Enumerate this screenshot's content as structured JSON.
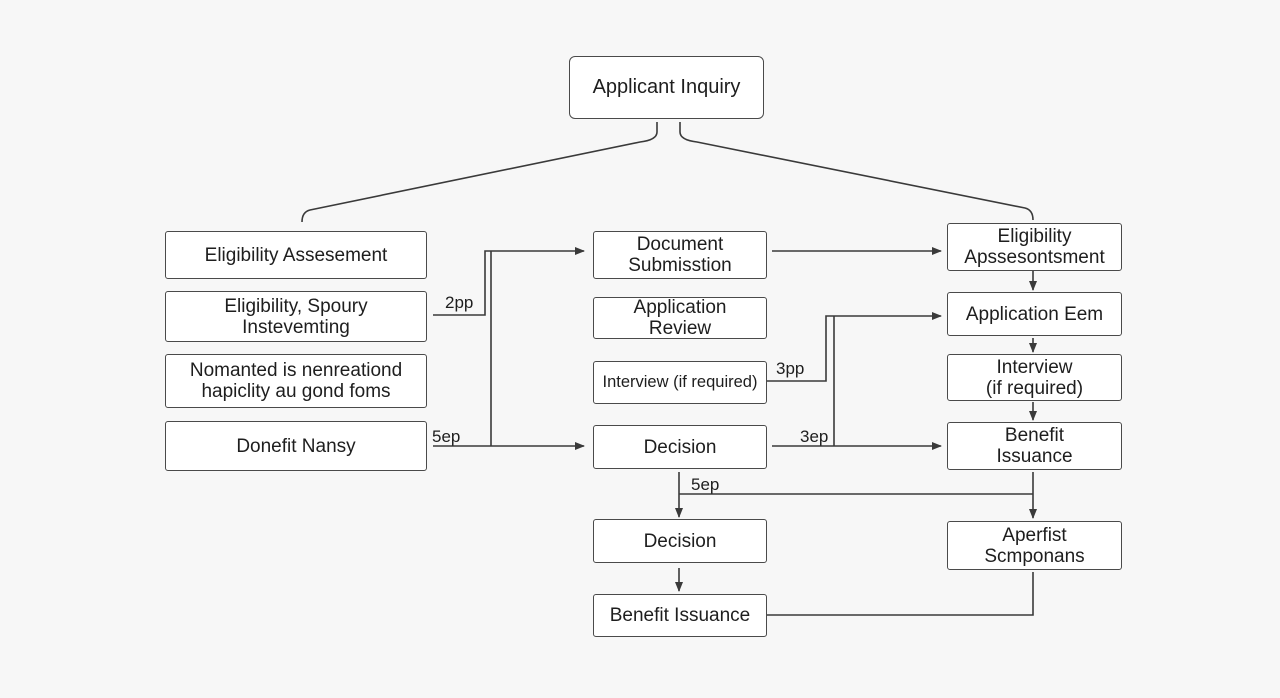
{
  "diagram": {
    "root": "Applicant Inquiry",
    "left_column": [
      "Eligibility Assesement",
      "Eligibility, Spoury\nInstevemting",
      "Nomanted is nenreationd\nhapiclity au gond foms",
      "Donefit Nansy"
    ],
    "middle_column": [
      "Document\nSubmisstion",
      "Application Review",
      "Interview (if required)",
      "Decision",
      "Decision",
      "Benefit Issuance"
    ],
    "right_column": [
      "Eligibility\nApssesontsment",
      "Application Eem",
      "Interview\n(if required)",
      "Benefit\nIssuance",
      "Aperfist\nScmponans"
    ],
    "edge_labels": {
      "left_mid_upper": "2pp",
      "left_mid_lower": "5ep",
      "mid_right_upper": "3pp",
      "mid_right_lower": "3ep",
      "mid_bottom": "5ep"
    }
  },
  "colors": {
    "line": "#3a3a3a",
    "border": "#4a4a4a",
    "background": "#f7f7f7",
    "node_fill": "#ffffff"
  }
}
